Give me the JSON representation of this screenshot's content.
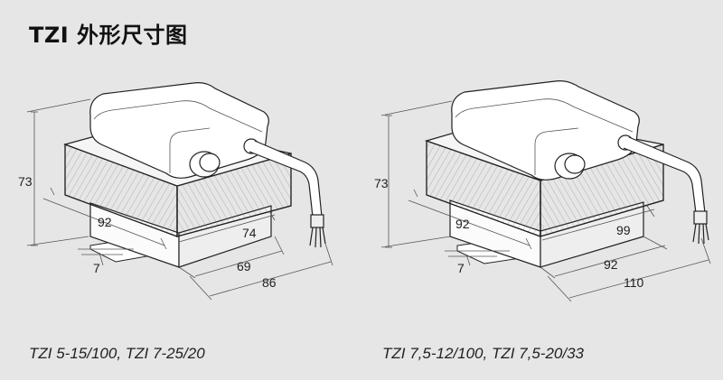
{
  "title": "TZI 外形尺寸图",
  "drawings": [
    {
      "caption": "TZI 5-15/100, TZI 7-25/20",
      "dims": {
        "height": "73",
        "width_front": "92",
        "width_side": "74",
        "foot_depth": "69",
        "overall_depth": "86",
        "foot_offset": "7"
      }
    },
    {
      "caption": "TZI 7,5-12/100, TZI 7,5-20/33",
      "dims": {
        "height": "73",
        "width_front": "92",
        "width_side": "99",
        "foot_depth": "92",
        "overall_depth": "110",
        "foot_offset": "7"
      }
    }
  ]
}
